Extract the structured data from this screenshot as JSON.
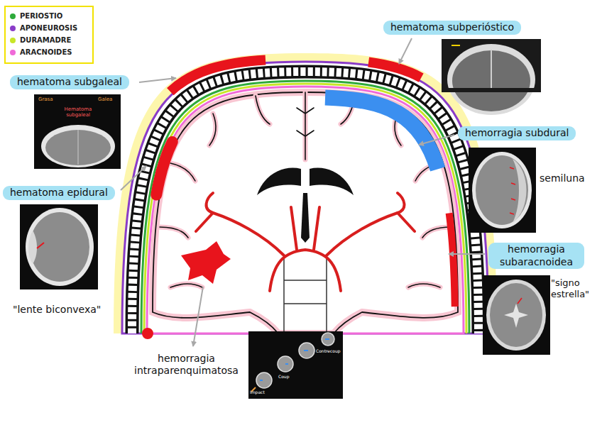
{
  "diagram": {
    "nodes": [
      {
        "text": [
          "hematoma subgaleal"
        ]
      },
      {
        "text": [
          "hematoma subperióstico"
        ]
      },
      {
        "text": [
          "hemorragia subdural"
        ]
      },
      {
        "text": [
          "hematoma epidural"
        ]
      },
      {
        "text": [
          "hemorragia subaracnoidea"
        ]
      }
    ],
    "labels": [
      "hemorragia intraparenquimatosa",
      "\"lente biconvexa\"",
      "semiluna",
      "\"signo estrella\"",
      "Grasa",
      "Galea",
      "Hematoma subgaleal",
      "Impact",
      "Coup",
      "Contrecoup"
    ],
    "legend": [
      {
        "text": "PERIOSTIO",
        "color": "#2eaa3a"
      },
      {
        "text": "APONEUROSIS",
        "color": "#8a3cc8"
      },
      {
        "text": "DURAMADRE",
        "color": "#c8e628"
      },
      {
        "text": "ARACNOIDES",
        "color": "#f06ad8"
      }
    ]
  }
}
